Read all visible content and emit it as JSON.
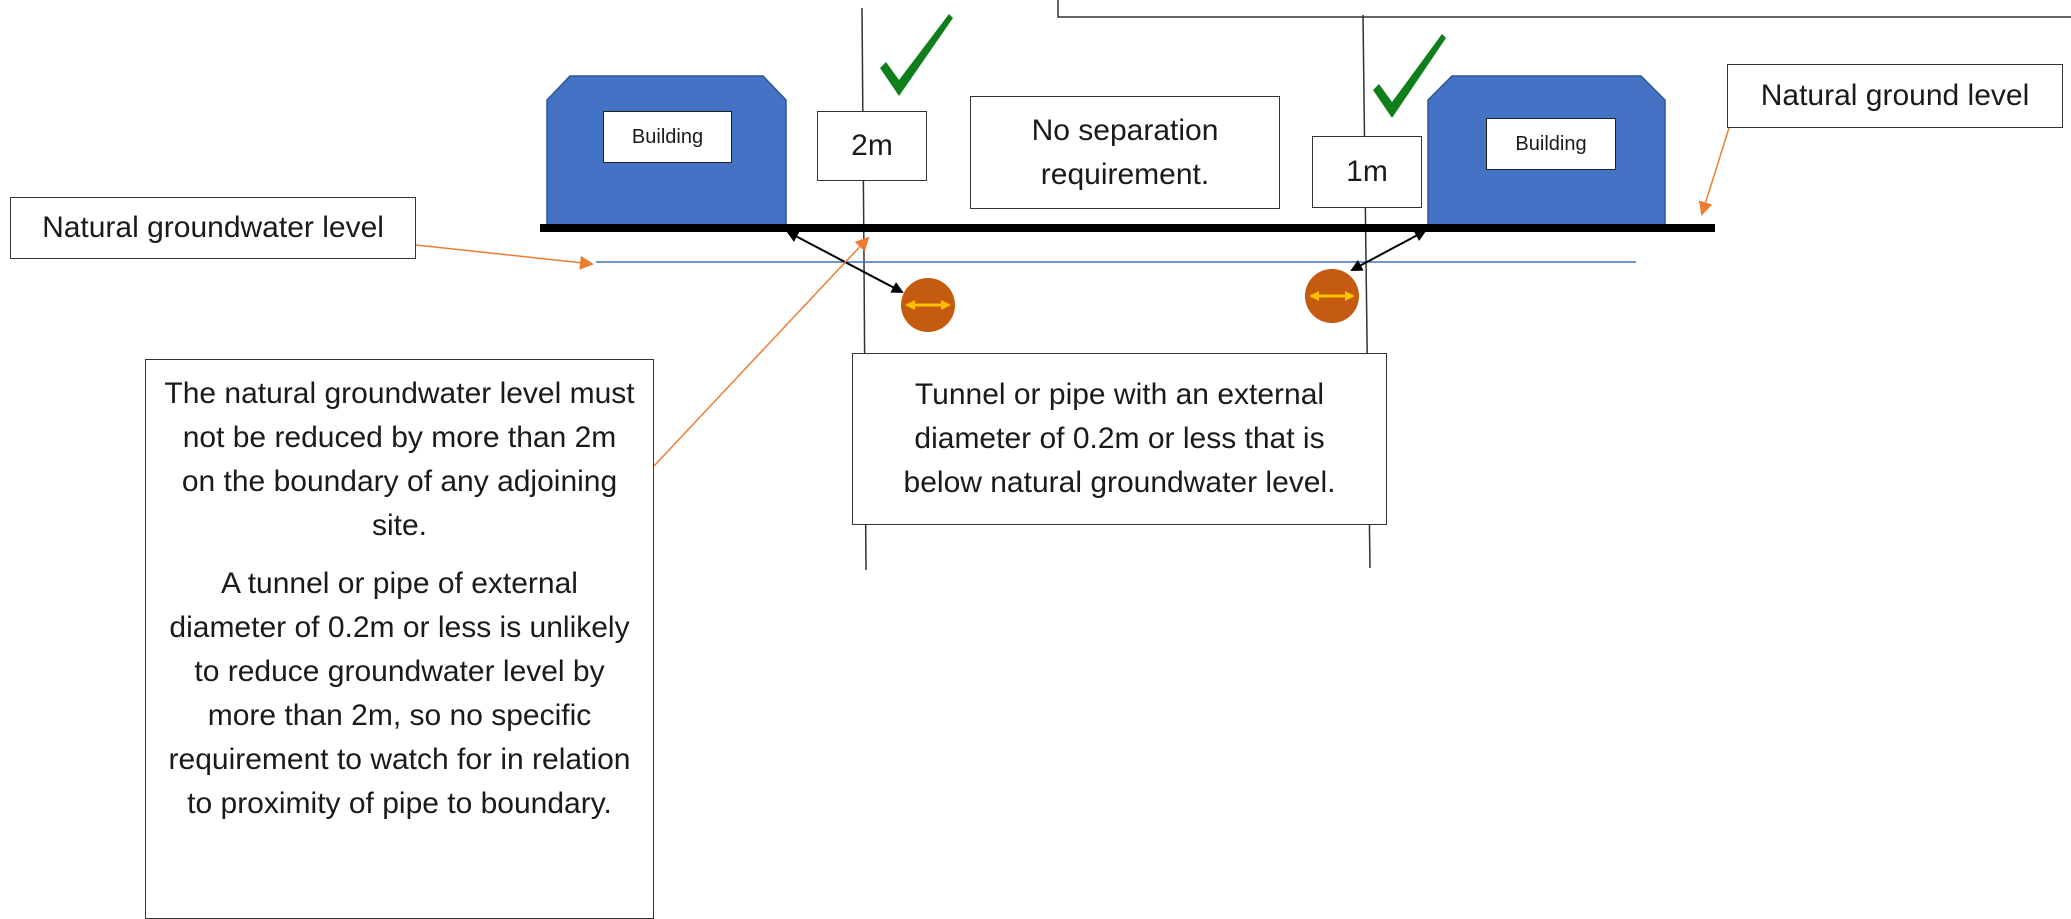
{
  "labels": {
    "natural_ground_level": "Natural ground level",
    "natural_groundwater_level": "Natural groundwater level",
    "no_separation": "No separation requirement.",
    "dim_left": "2m",
    "dim_right": "1m",
    "building_left": "Building",
    "building_right": "Building",
    "pipe_callout": "Tunnel or pipe with an external diameter of 0.2m or less that is below natural groundwater level.",
    "note_para_1": "The natural groundwater level must not be reduced by more than 2m on the boundary of any adjoining site.",
    "note_para_2": "A tunnel or pipe of external diameter of 0.2m or less is unlikely to reduce groundwater level by more than 2m, so no specific requirement to watch for in relation to proximity of pipe to boundary."
  },
  "icons": [
    "checkmark-icon",
    "checkmark-icon",
    "pipe-icon",
    "pipe-icon"
  ],
  "colors": {
    "building_fill": "#4472C4",
    "pointer_orange": "#ED7D31",
    "pipe_fill": "#C55A11",
    "pipe_arrow": "#FFC000",
    "check_green": "#0E7F1A",
    "groundwater_line": "#4472C4",
    "ground_line": "#000000"
  }
}
